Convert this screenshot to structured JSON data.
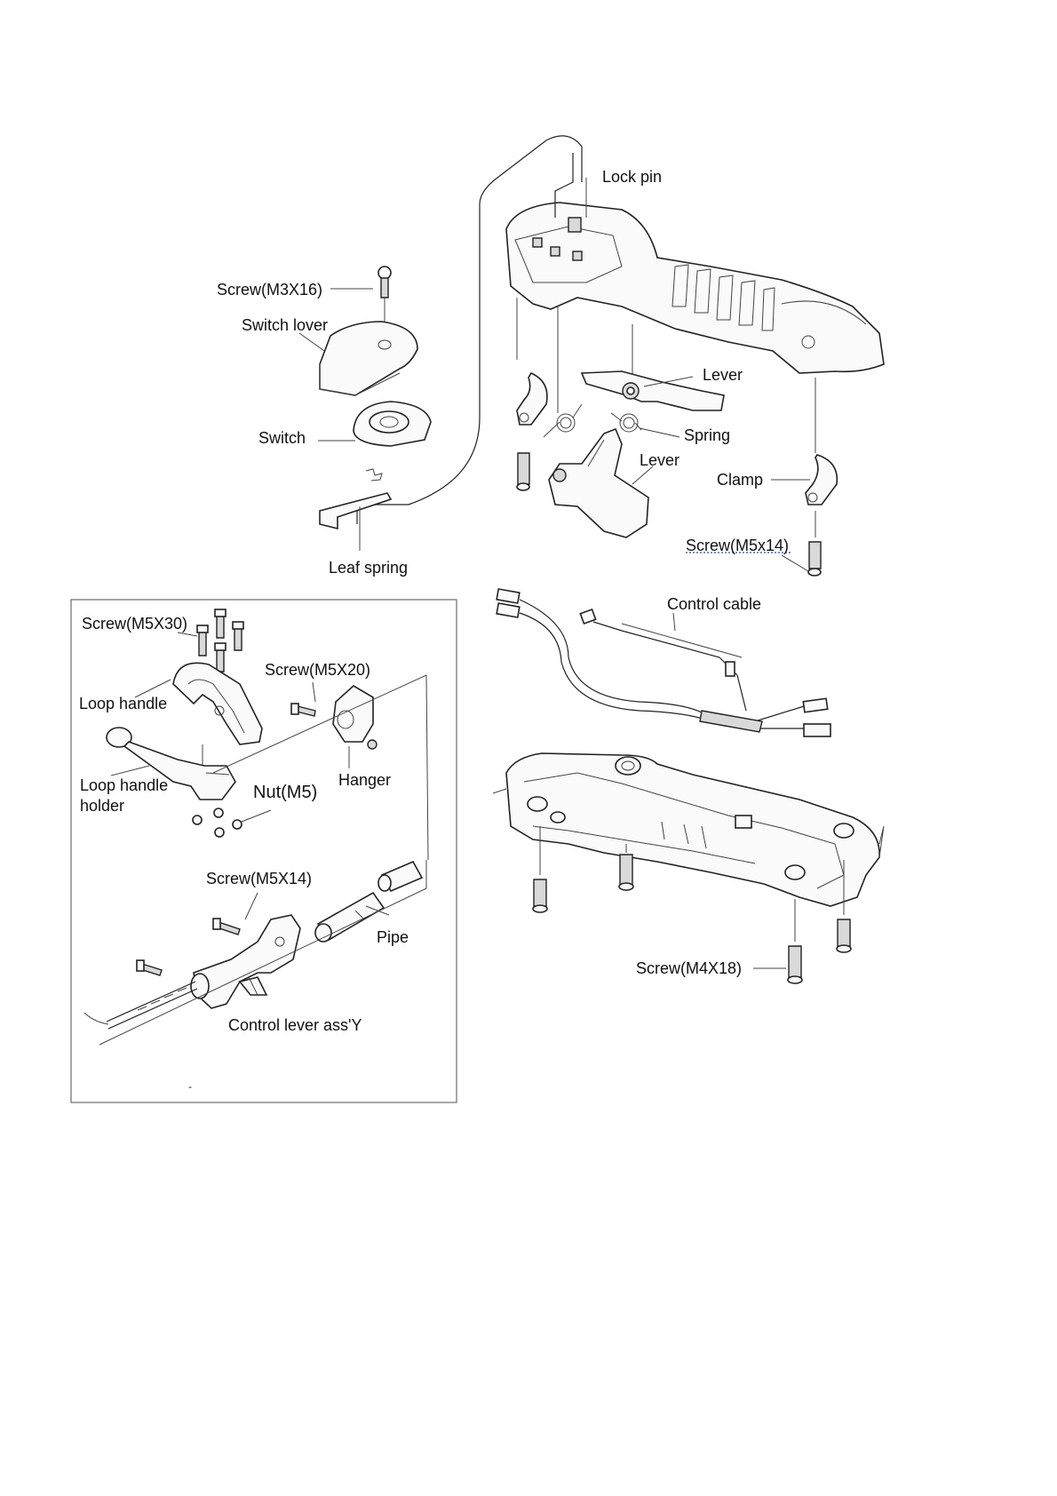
{
  "labels": {
    "lock_pin": "Lock pin",
    "screw_m3x16": "Screw(M3X16)",
    "switch_lover": "Switch lover",
    "switch": "Switch",
    "leaf_spring": "Leaf spring",
    "lever_upper": "Lever",
    "spring": "Spring",
    "lever_lower": "Lever",
    "clamp": "Clamp",
    "screw_m5x14_top": "Screw(M5x14)",
    "control_cable": "Control cable",
    "screw_m4x18": "Screw(M4X18)",
    "screw_m5x30": "Screw(M5X30)",
    "screw_m5x20": "Screw(M5X20)",
    "loop_handle": "Loop handle",
    "hanger": "Hanger",
    "loop_handle_holder_1": "Loop  handle",
    "loop_handle_holder_2": "holder",
    "nut_m5": "Nut(M5)",
    "screw_m5x14_inset": "Screw(M5X14)",
    "pipe": "Pipe",
    "control_lever_assy": "Control lever ass'Y",
    "stray_mark": "-"
  }
}
